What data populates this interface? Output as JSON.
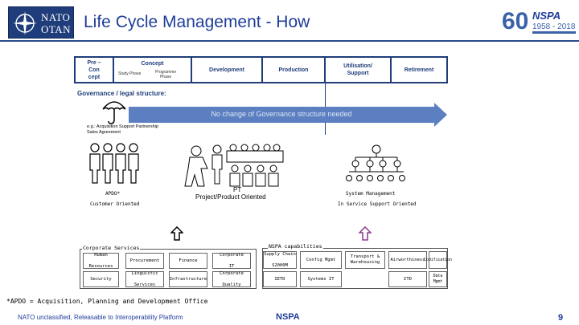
{
  "header": {
    "logo_line1": "NATO",
    "logo_line2": "OTAN",
    "title": "Life Cycle Management - How",
    "anniv_number": "60",
    "anniv_brand": "NSPA",
    "anniv_years": "1958 - 2018"
  },
  "lifecycle": {
    "pre_concept": "Pre –\nCon\ncept",
    "concept": "Concept",
    "study_phase": "Study Phase",
    "programme_phase": "Programme\nPhase",
    "development": "Development",
    "production": "Production",
    "utilisation": "Utilisation/\nSupport",
    "retirement": "Retirement"
  },
  "governance": {
    "title": "Governance / legal structure:",
    "arrow_text": "No change of Governance structure needed",
    "example": "e.g.: Acquisition Support Partnership\nSales Agreement"
  },
  "groups": {
    "apdo_label": "APDO*",
    "apdo_sub": "Customer Oriented",
    "pt_label": "PT",
    "pt_sub": "Project/Product Oriented",
    "sm_label": "System Management",
    "sm_sub": "In Service Support Oriented"
  },
  "corporate": {
    "title": "Corporate Services",
    "cells": {
      "human": "Human\n\nResources",
      "procurement": "Procurement",
      "finance": "Finance",
      "corp_it": "Corporate\n\nIT",
      "security": "Security",
      "linguistic": "Linguistic\n\nServices",
      "infrastructure": "Infrastructure",
      "corp_quality": "Corporate\n\nQuality"
    }
  },
  "nspa": {
    "title": "NSPA capabilities",
    "cells": {
      "supply": "Supply Chain\n\nS2000M",
      "config": "Config Mgmt",
      "transport": "Transport &\nWarehousing",
      "airworth": "Airworthiness",
      "codification": "Codification",
      "ietd": "IETD",
      "systems_it": "Systems IT",
      "itd": "ITD",
      "data": "Data Mgmt"
    }
  },
  "footer": {
    "footnote": "*APDO = Acquisition, Planning and Development Office",
    "classification": "NATO unclassified, Releasable to Interoperability Platform",
    "brand": "NSPA",
    "page": "9"
  },
  "colors": {
    "nato_blue": "#1f3d7a",
    "title_blue": "#1f3d9a",
    "arrow_blue": "#5b7fc0"
  }
}
